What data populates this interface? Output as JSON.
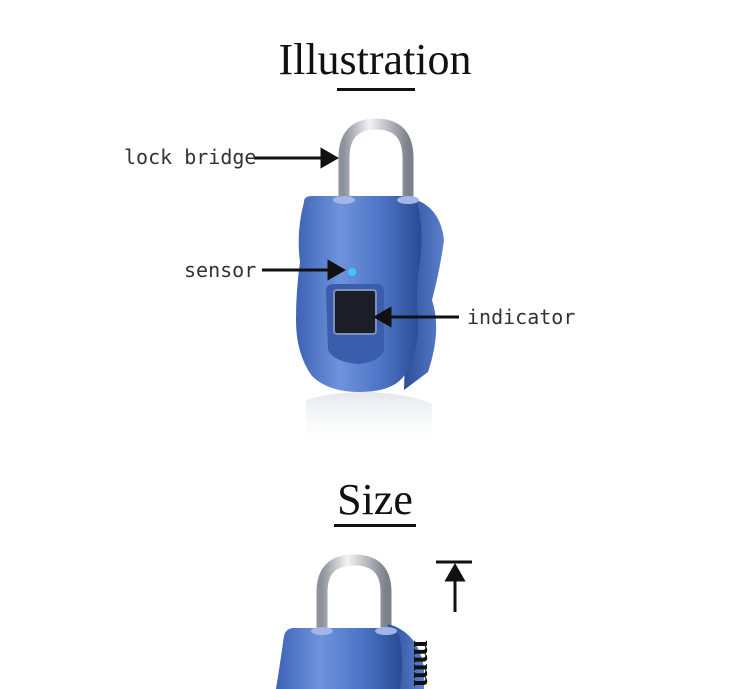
{
  "sections": {
    "illustration_title": "Illustration",
    "size_title": "Size"
  },
  "callouts": {
    "lock_bridge": "lock  bridge",
    "sensor": "sensor",
    "indicator": "indicator"
  },
  "dimension": {
    "unit_label": "mm"
  },
  "colors": {
    "lock_body": "#4a72c4",
    "lock_body_dark": "#2f4f97",
    "shackle": "#c9ccd3",
    "sensor_led": "#3fc8ff",
    "fingerprint_window": "#1b1d28"
  }
}
